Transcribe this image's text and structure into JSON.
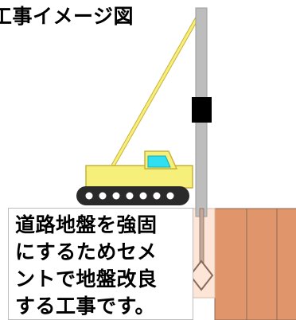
{
  "title": "工事イメージ図",
  "description_lines": [
    "道路地盤を強固",
    "にするためセメ",
    "ントで地盤改良",
    "する工事です。"
  ],
  "colors": {
    "crane_body": "#f6ef7a",
    "crane_outline": "#c9b23a",
    "cab_window": "#2ee0f0",
    "mast": "#bdbdbd",
    "mast_band": "#000000",
    "ground_columns": "#e0956a",
    "ground_outline": "#8a6a5a",
    "excavation": "#fde6d8",
    "tracks": "#2a2a2a"
  }
}
